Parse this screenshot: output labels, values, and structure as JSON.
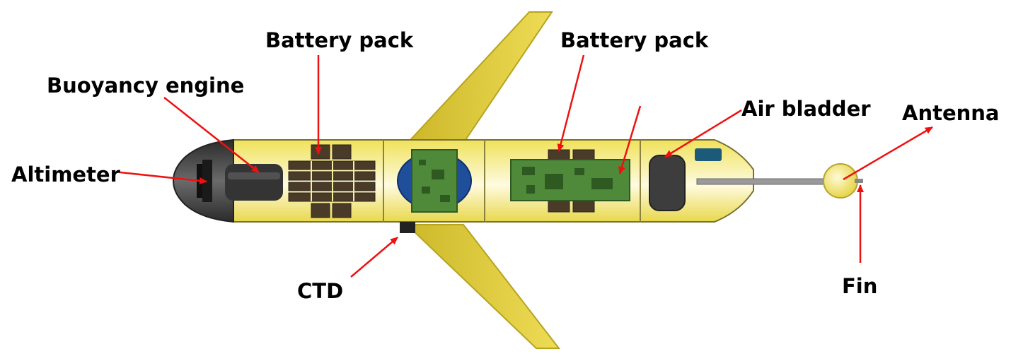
{
  "labels": {
    "altimeter": "Altimeter",
    "buoyancy_engine": "Buoyancy engine",
    "battery_pack_1": "Battery pack",
    "battery_pack_2": "Battery pack",
    "ctd": "CTD",
    "air_bladder": "Air bladder",
    "antenna": "Antenna",
    "fin": "Fin"
  },
  "colors": {
    "hull": "#f3e98a",
    "wing": "#e3cf33",
    "nose": "#3d3d3d",
    "battery": "#4a3a28",
    "board": "#4f8a3a",
    "tank": "#1f4f9a",
    "arrow": "#ee1111"
  }
}
